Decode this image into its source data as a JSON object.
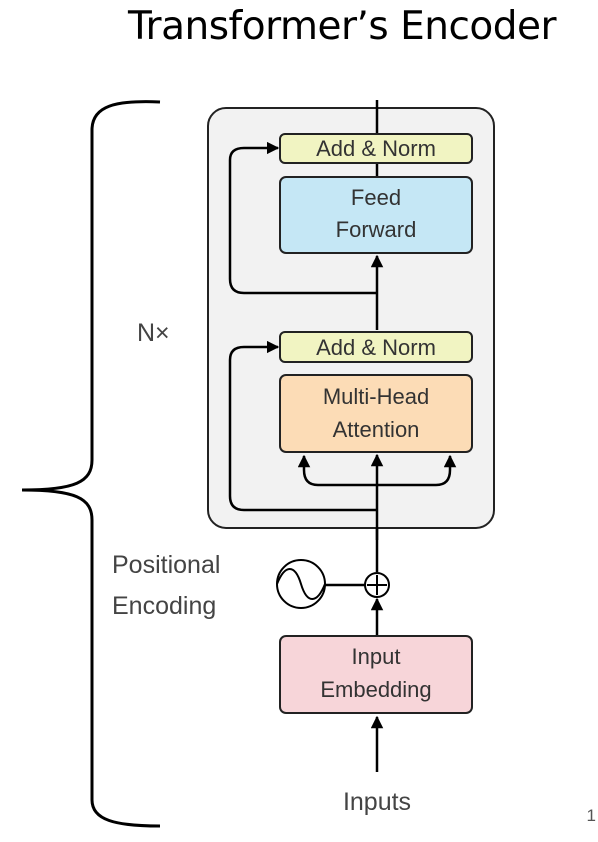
{
  "title": "Transformer’s Encoder",
  "page_number": "1",
  "diagram": {
    "repeat_label": "N×",
    "blocks": {
      "add_norm_top": "Add & Norm",
      "feed_forward": [
        "Feed",
        "Forward"
      ],
      "add_norm_bottom": "Add & Norm",
      "multi_head_attention": [
        "Multi-Head",
        "Attention"
      ],
      "input_embedding": [
        "Input",
        "Embedding"
      ]
    },
    "positional_encoding": [
      "Positional",
      "Encoding"
    ],
    "inputs_label": "Inputs"
  },
  "colors": {
    "add_norm": "#f1f4c2",
    "feed_forward": "#c5e7f5",
    "attention": "#fcdcb6",
    "embedding": "#f7d5d9",
    "layer_bg": "#f2f2f2"
  }
}
